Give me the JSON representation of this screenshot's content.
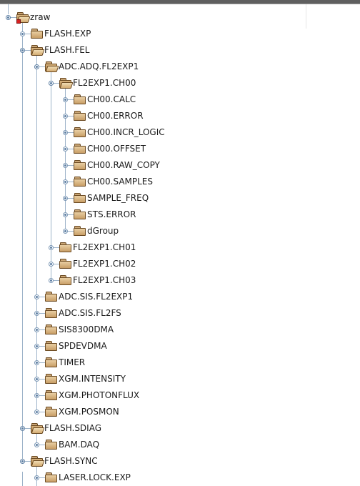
{
  "tree": {
    "nodes": [
      {
        "label": "zraw",
        "depth": 0,
        "expanded": true,
        "icon": "folder-open-marked-icon"
      },
      {
        "label": "FLASH.EXP",
        "depth": 1,
        "expanded": false,
        "icon": "folder-icon"
      },
      {
        "label": "FLASH.FEL",
        "depth": 1,
        "expanded": true,
        "icon": "folder-open-icon"
      },
      {
        "label": "ADC.ADQ.FL2EXP1",
        "depth": 2,
        "expanded": true,
        "icon": "folder-open-icon"
      },
      {
        "label": "FL2EXP1.CH00",
        "depth": 3,
        "expanded": true,
        "icon": "folder-open-icon"
      },
      {
        "label": "CH00.CALC",
        "depth": 4,
        "expanded": false,
        "icon": "folder-icon"
      },
      {
        "label": "CH00.ERROR",
        "depth": 4,
        "expanded": false,
        "icon": "folder-icon"
      },
      {
        "label": "CH00.INCR_LOGIC",
        "depth": 4,
        "expanded": false,
        "icon": "folder-icon"
      },
      {
        "label": "CH00.OFFSET",
        "depth": 4,
        "expanded": false,
        "icon": "folder-icon"
      },
      {
        "label": "CH00.RAW_COPY",
        "depth": 4,
        "expanded": false,
        "icon": "folder-icon"
      },
      {
        "label": "CH00.SAMPLES",
        "depth": 4,
        "expanded": false,
        "icon": "folder-icon"
      },
      {
        "label": "SAMPLE_FREQ",
        "depth": 4,
        "expanded": false,
        "icon": "folder-icon"
      },
      {
        "label": "STS.ERROR",
        "depth": 4,
        "expanded": false,
        "icon": "folder-icon"
      },
      {
        "label": "dGroup",
        "depth": 4,
        "expanded": false,
        "icon": "folder-icon"
      },
      {
        "label": "FL2EXP1.CH01",
        "depth": 3,
        "expanded": false,
        "icon": "folder-icon"
      },
      {
        "label": "FL2EXP1.CH02",
        "depth": 3,
        "expanded": false,
        "icon": "folder-icon"
      },
      {
        "label": "FL2EXP1.CH03",
        "depth": 3,
        "expanded": false,
        "icon": "folder-icon"
      },
      {
        "label": "ADC.SIS.FL2EXP1",
        "depth": 2,
        "expanded": false,
        "icon": "folder-icon"
      },
      {
        "label": "ADC.SIS.FL2FS",
        "depth": 2,
        "expanded": false,
        "icon": "folder-icon"
      },
      {
        "label": "SIS8300DMA",
        "depth": 2,
        "expanded": false,
        "icon": "folder-icon"
      },
      {
        "label": "SPDEVDMA",
        "depth": 2,
        "expanded": false,
        "icon": "folder-icon"
      },
      {
        "label": "TIMER",
        "depth": 2,
        "expanded": false,
        "icon": "folder-icon"
      },
      {
        "label": "XGM.INTENSITY",
        "depth": 2,
        "expanded": false,
        "icon": "folder-icon"
      },
      {
        "label": "XGM.PHOTONFLUX",
        "depth": 2,
        "expanded": false,
        "icon": "folder-icon"
      },
      {
        "label": "XGM.POSMON",
        "depth": 2,
        "expanded": false,
        "icon": "folder-icon"
      },
      {
        "label": "FLASH.SDIAG",
        "depth": 1,
        "expanded": true,
        "icon": "folder-open-icon"
      },
      {
        "label": "BAM.DAQ",
        "depth": 2,
        "expanded": false,
        "icon": "folder-icon"
      },
      {
        "label": "FLASH.SYNC",
        "depth": 1,
        "expanded": true,
        "icon": "folder-open-icon"
      },
      {
        "label": "LASER.LOCK.EXP",
        "depth": 2,
        "expanded": false,
        "icon": "folder-icon"
      }
    ]
  },
  "colors": {
    "connector_line": "#9db3c9",
    "toggle_border": "#5d7fa3",
    "folder_fill": "#e9cfa3",
    "folder_outline": "#6b4a22",
    "marker_red": "#d62020"
  }
}
